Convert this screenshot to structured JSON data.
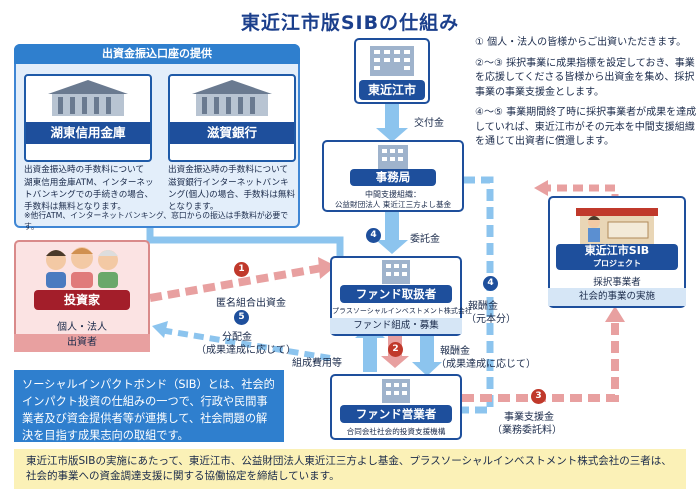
{
  "title": "東近江市版SIBの仕組み",
  "notes": [
    "① 個人・法人の皆様からご出資いただきます。",
    "②～③ 採択事業に成果指標を設定しておき、事業を応援してくださる皆様から出資金を集め、採択事業の事業支援金とします。",
    "④～⑤ 事業期間終了時に採択事業者が成果を達成していれば、東近江市がその元本を中間支援組織を通じて出資者に償還します。"
  ],
  "bank_panel": {
    "header": "出資金振込口座の提供",
    "banks": [
      {
        "name": "湖東信用金庫",
        "fee_title": "出資金振込時の手数料について",
        "fee_text": "湖東信用金庫ATM、インターネットバンキングでの手続きの場合、手数料は無料となります。"
      },
      {
        "name": "滋賀銀行",
        "fee_title": "出資金振込時の手数料について",
        "fee_text": "滋賀銀行インターネットバンキング(個人)の場合、手数料は無料となります。"
      }
    ],
    "footnote": "※他行ATM、インターネットバンキング、窓口からの振込は手数料が必要です。"
  },
  "city": {
    "name": "東近江市"
  },
  "office": {
    "name": "事務局",
    "role": "中間支援組織：",
    "org": "公益財団法人 東近江三方よし基金"
  },
  "handler": {
    "name": "ファンド取扱者",
    "org": "プラスソーシャルインベストメント株式会社",
    "role": "ファンド組成・募集"
  },
  "operator": {
    "name": "ファンド営業者",
    "org": "合同会社社会的投資支援機構"
  },
  "investor": {
    "name": "投資家",
    "type": "個人・法人",
    "role": "出資者"
  },
  "project": {
    "name": "東近江市SIB",
    "sub": "プロジェクト",
    "type": "採択事業者",
    "role": "社会的事業の実施"
  },
  "flows": {
    "f1": {
      "num": "1",
      "label": "匿名組合出資金"
    },
    "f2": {
      "num": "2",
      "label": "組成費用等"
    },
    "f3": {
      "num": "3",
      "label": "事業支援金",
      "label2": "（業務委託料）"
    },
    "f4a": {
      "num": "4",
      "label": "委託金"
    },
    "f4b": {
      "num": "4",
      "label": "報酬金",
      "label2": "（元本分）"
    },
    "f5": {
      "num": "5",
      "label": "分配金",
      "label2": "（成果達成に応じて）"
    },
    "grant": {
      "label": "交付金"
    },
    "reward": {
      "label": "報酬金",
      "label2": "（成果達成に応じて）"
    }
  },
  "sib_description": "ソーシャルインパクトボンド（SIB）とは、社会的インパクト投資の仕組みの一つで、行政や民間事業者及び資金提供者等が連携して、社会問題の解決を目指す成果志向の取組です。",
  "footer": "東近江市版SIBの実施にあたって、東近江市、公益財団法人東近江三方よし基金、プラスソーシャルインベストメント株式会社の三者は、社会的事業への資金調達支援に関する協働協定を締結しています。",
  "colors": {
    "navy": "#1e4f9c",
    "blue": "#2f7fce",
    "light_blue": "#8cc4ee",
    "pink": "#e8a0a0",
    "red": "#c0392b",
    "yellow": "#fbf1b7"
  }
}
